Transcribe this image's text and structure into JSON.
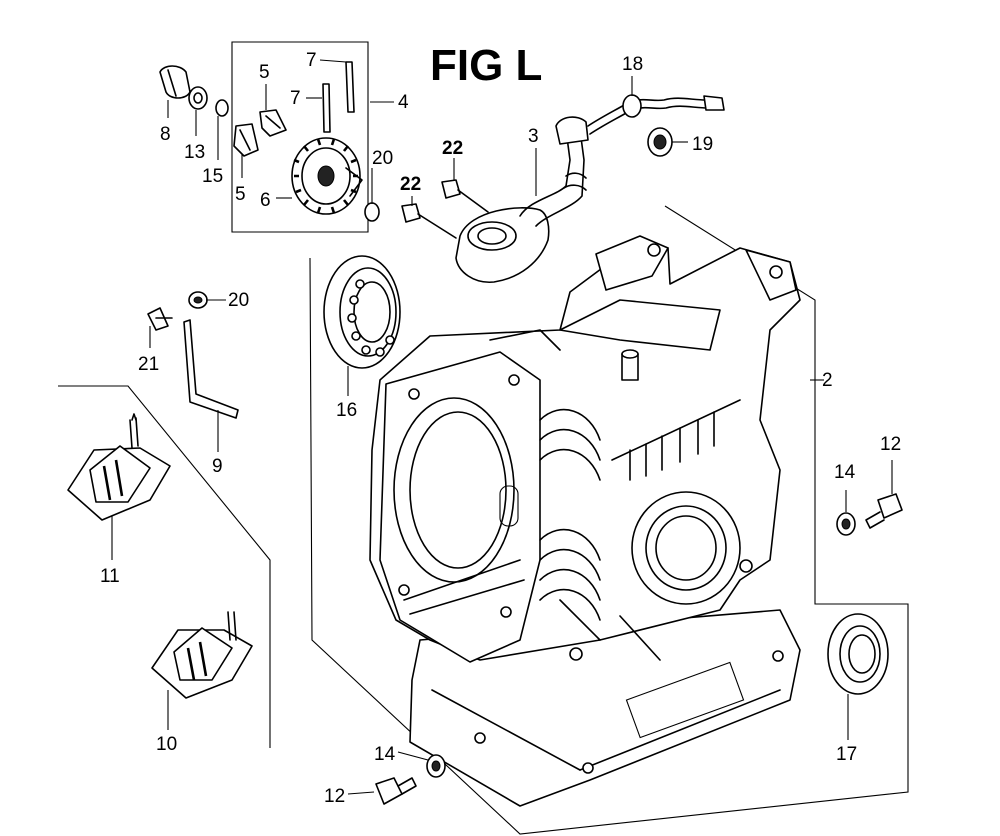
{
  "figure": {
    "title": "FIG L"
  },
  "callouts": [
    {
      "id": "c2",
      "label": "2"
    },
    {
      "id": "c3",
      "label": "3"
    },
    {
      "id": "c4",
      "label": "4"
    },
    {
      "id": "c5a",
      "label": "5"
    },
    {
      "id": "c5b",
      "label": "5"
    },
    {
      "id": "c6",
      "label": "6"
    },
    {
      "id": "c7a",
      "label": "7"
    },
    {
      "id": "c7b",
      "label": "7"
    },
    {
      "id": "c8",
      "label": "8"
    },
    {
      "id": "c9",
      "label": "9"
    },
    {
      "id": "c10",
      "label": "10"
    },
    {
      "id": "c11",
      "label": "11"
    },
    {
      "id": "c12a",
      "label": "12"
    },
    {
      "id": "c12b",
      "label": "12"
    },
    {
      "id": "c13",
      "label": "13"
    },
    {
      "id": "c14a",
      "label": "14"
    },
    {
      "id": "c14b",
      "label": "14"
    },
    {
      "id": "c15",
      "label": "15"
    },
    {
      "id": "c16",
      "label": "16"
    },
    {
      "id": "c17",
      "label": "17"
    },
    {
      "id": "c18",
      "label": "18"
    },
    {
      "id": "c19",
      "label": "19"
    },
    {
      "id": "c20a",
      "label": "20"
    },
    {
      "id": "c20b",
      "label": "20"
    },
    {
      "id": "c21",
      "label": "21"
    },
    {
      "id": "c22a",
      "label": "22"
    },
    {
      "id": "c22b",
      "label": "22"
    }
  ]
}
